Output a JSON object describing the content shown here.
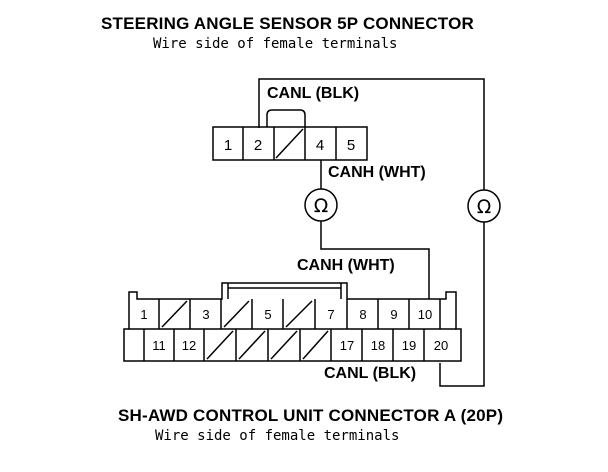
{
  "top_connector": {
    "title": "STEERING ANGLE SENSOR 5P CONNECTOR",
    "subtitle": "Wire side of female terminals",
    "pins": [
      "1",
      "2",
      "",
      "4",
      "5"
    ]
  },
  "bottom_connector": {
    "title": "SH-AWD CONTROL UNIT CONNECTOR A (20P)",
    "subtitle": "Wire side of female terminals",
    "row1_pins": [
      "1",
      "",
      "3",
      "",
      "5",
      "",
      "7",
      "8",
      "9",
      "10"
    ],
    "row2_pins": [
      "",
      "11",
      "12",
      "",
      "",
      "",
      "",
      "17",
      "18",
      "19",
      "20"
    ]
  },
  "wire_labels": {
    "canl_top": "CANL (BLK)",
    "canh_top": "CANH (WHT)",
    "canh_bottom": "CANH (WHT)",
    "canl_bottom": "CANL (BLK)"
  },
  "meter_symbol": "Ω"
}
